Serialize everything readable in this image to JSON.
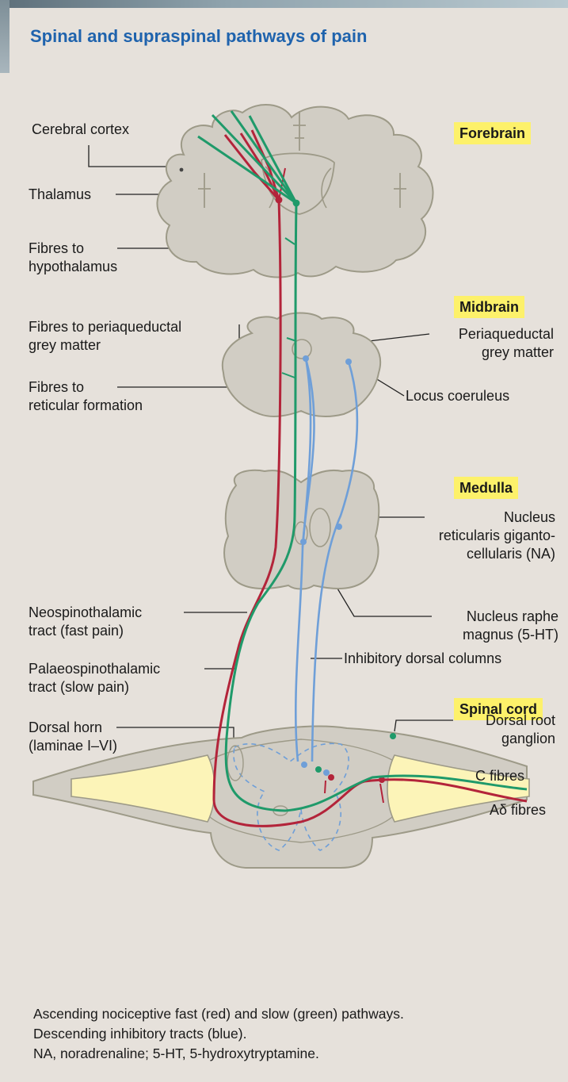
{
  "title": "Spinal and supraspinal pathways of pain",
  "regions": {
    "forebrain": "Forebrain",
    "midbrain": "Midbrain",
    "medulla": "Medulla",
    "spinal_cord": "Spinal cord"
  },
  "labels": {
    "cerebral_cortex": "Cerebral cortex",
    "thalamus": "Thalamus",
    "fibres_hypothalamus": [
      "Fibres to",
      "hypothalamus"
    ],
    "fibres_pag": [
      "Fibres to periaqueductal",
      "grey matter"
    ],
    "fibres_reticular": [
      "Fibres to",
      "reticular formation"
    ],
    "pag": [
      "Periaqueductal",
      "grey matter"
    ],
    "locus_coeruleus": "Locus coeruleus",
    "nucleus_reticularis": [
      "Nucleus",
      "reticularis giganto-",
      "cellularis (NA)"
    ],
    "raphe": [
      "Nucleus raphe",
      "magnus (5-HT)"
    ],
    "neospinothalamic": [
      "Neospinothalamic",
      "tract (fast pain)"
    ],
    "palaeospinothalamic": [
      "Palaeospinothalamic",
      "tract (slow pain)"
    ],
    "inhibitory_dorsal": "Inhibitory dorsal columns",
    "dorsal_horn": [
      "Dorsal horn",
      "(laminae I–VI)"
    ],
    "dorsal_root": [
      "Dorsal root",
      "ganglion"
    ],
    "c_fibres": "C fibres",
    "a_delta_fibres": "Aδ fibres"
  },
  "caption": [
    "Ascending nociceptive fast (red) and slow (green) pathways.",
    "Descending inhibitory tracts (blue).",
    "NA, noradrenaline; 5-HT, 5-hydroxytryptamine."
  ],
  "colors": {
    "title": "#1f63ad",
    "fast_pathway": "#b3243a",
    "slow_pathway": "#1f9a6a",
    "inhibitory": "#6f9fd8",
    "tissue": "#d1cdc4",
    "tissue_outline": "#9d9a88",
    "ganglion_fill": "#fcf4b8",
    "region_highlight": "#fdf16a"
  }
}
